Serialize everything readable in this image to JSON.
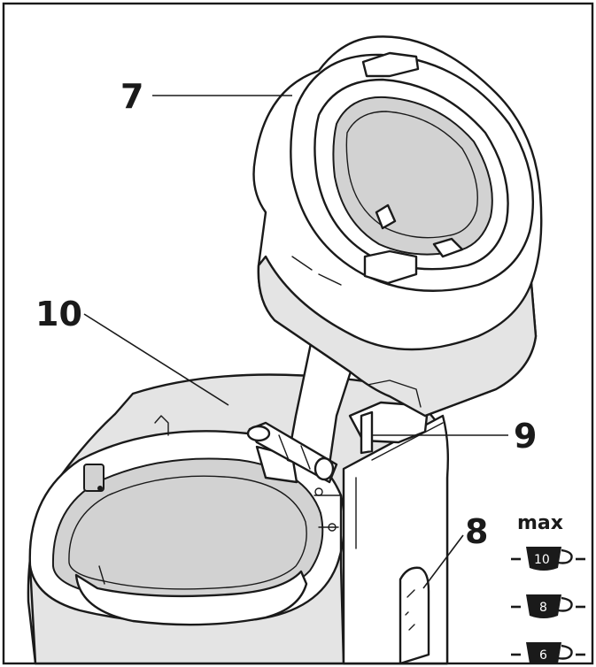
{
  "callouts": [
    {
      "id": "lid",
      "label": "7"
    },
    {
      "id": "level-window",
      "label": "8"
    },
    {
      "id": "lid-hinge",
      "label": "9"
    },
    {
      "id": "jug-body",
      "label": "10"
    }
  ],
  "level_scale": {
    "max_label": "max",
    "cups": [
      "10",
      "8",
      "6"
    ]
  }
}
